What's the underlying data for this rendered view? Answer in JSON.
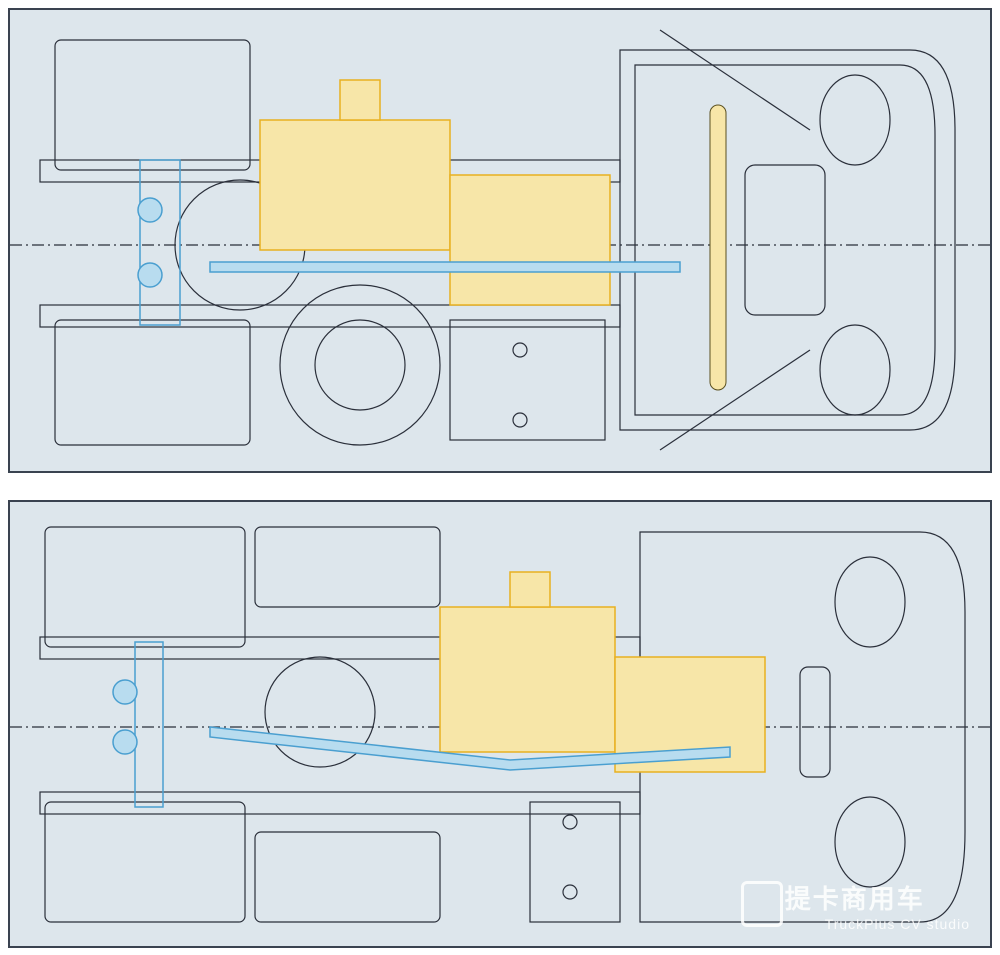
{
  "figure": {
    "panels": [
      {
        "id": "top-view-cabover-layout",
        "accent_engine": "#e8b020",
        "accent_driveline": "#4a9fd0"
      },
      {
        "id": "top-view-midengine-layout",
        "accent_engine": "#e8b020",
        "accent_driveline": "#4a9fd0"
      }
    ],
    "line_color": "#2a2f3a",
    "background": "#dde6ec"
  },
  "watermark": {
    "cn": "提卡商用车",
    "en": "TruckPlus CV studio"
  }
}
